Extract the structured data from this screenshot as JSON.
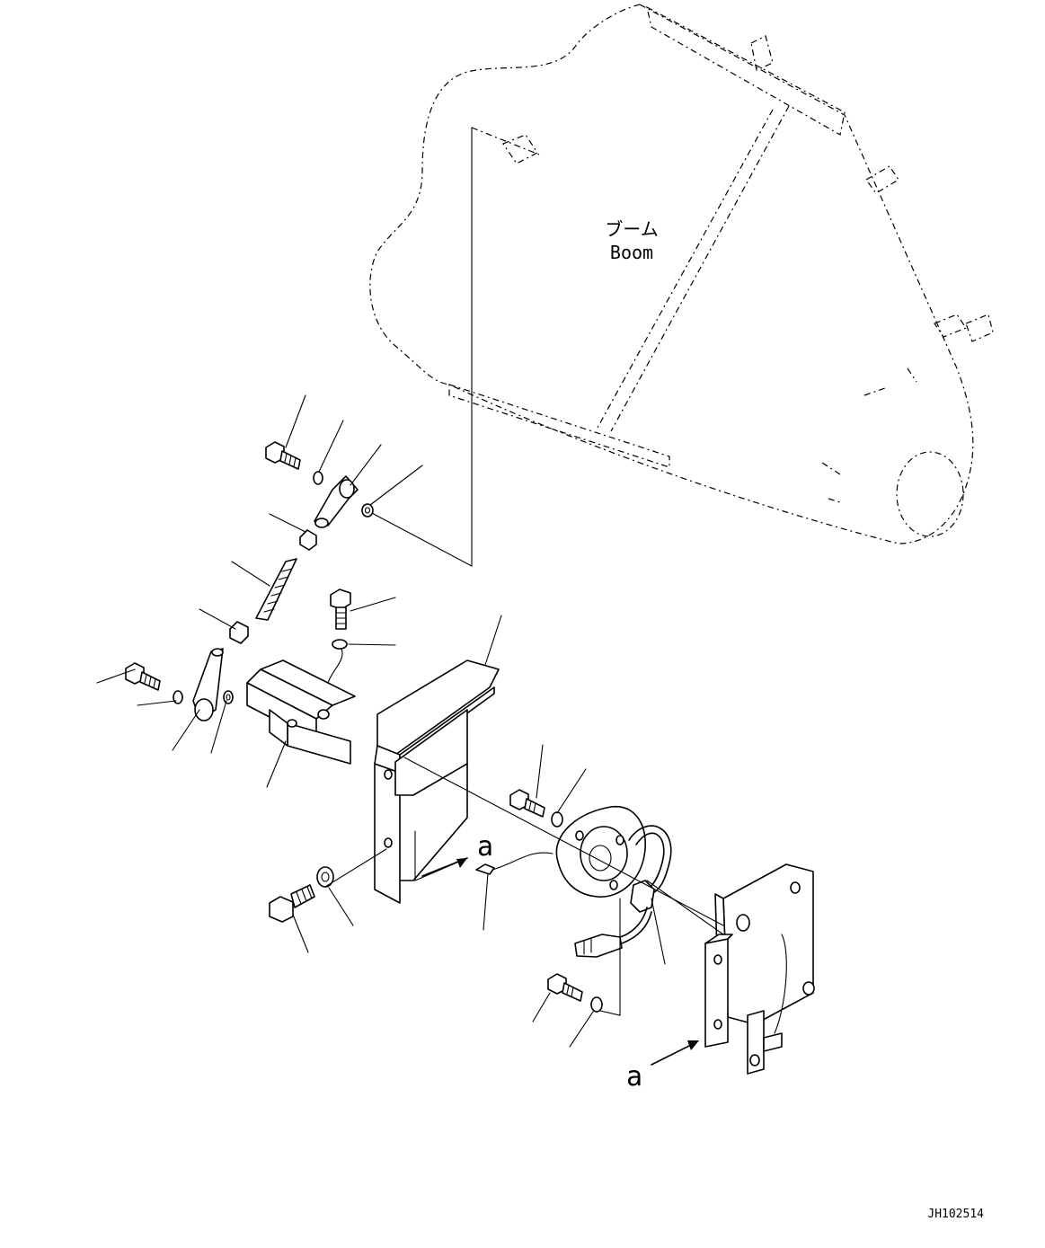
{
  "labels": {
    "boom_jp": "ブーム",
    "boom_en": "Boom",
    "view_a_1": "a",
    "view_a_2": "a",
    "drawing_id": "JH102514"
  }
}
